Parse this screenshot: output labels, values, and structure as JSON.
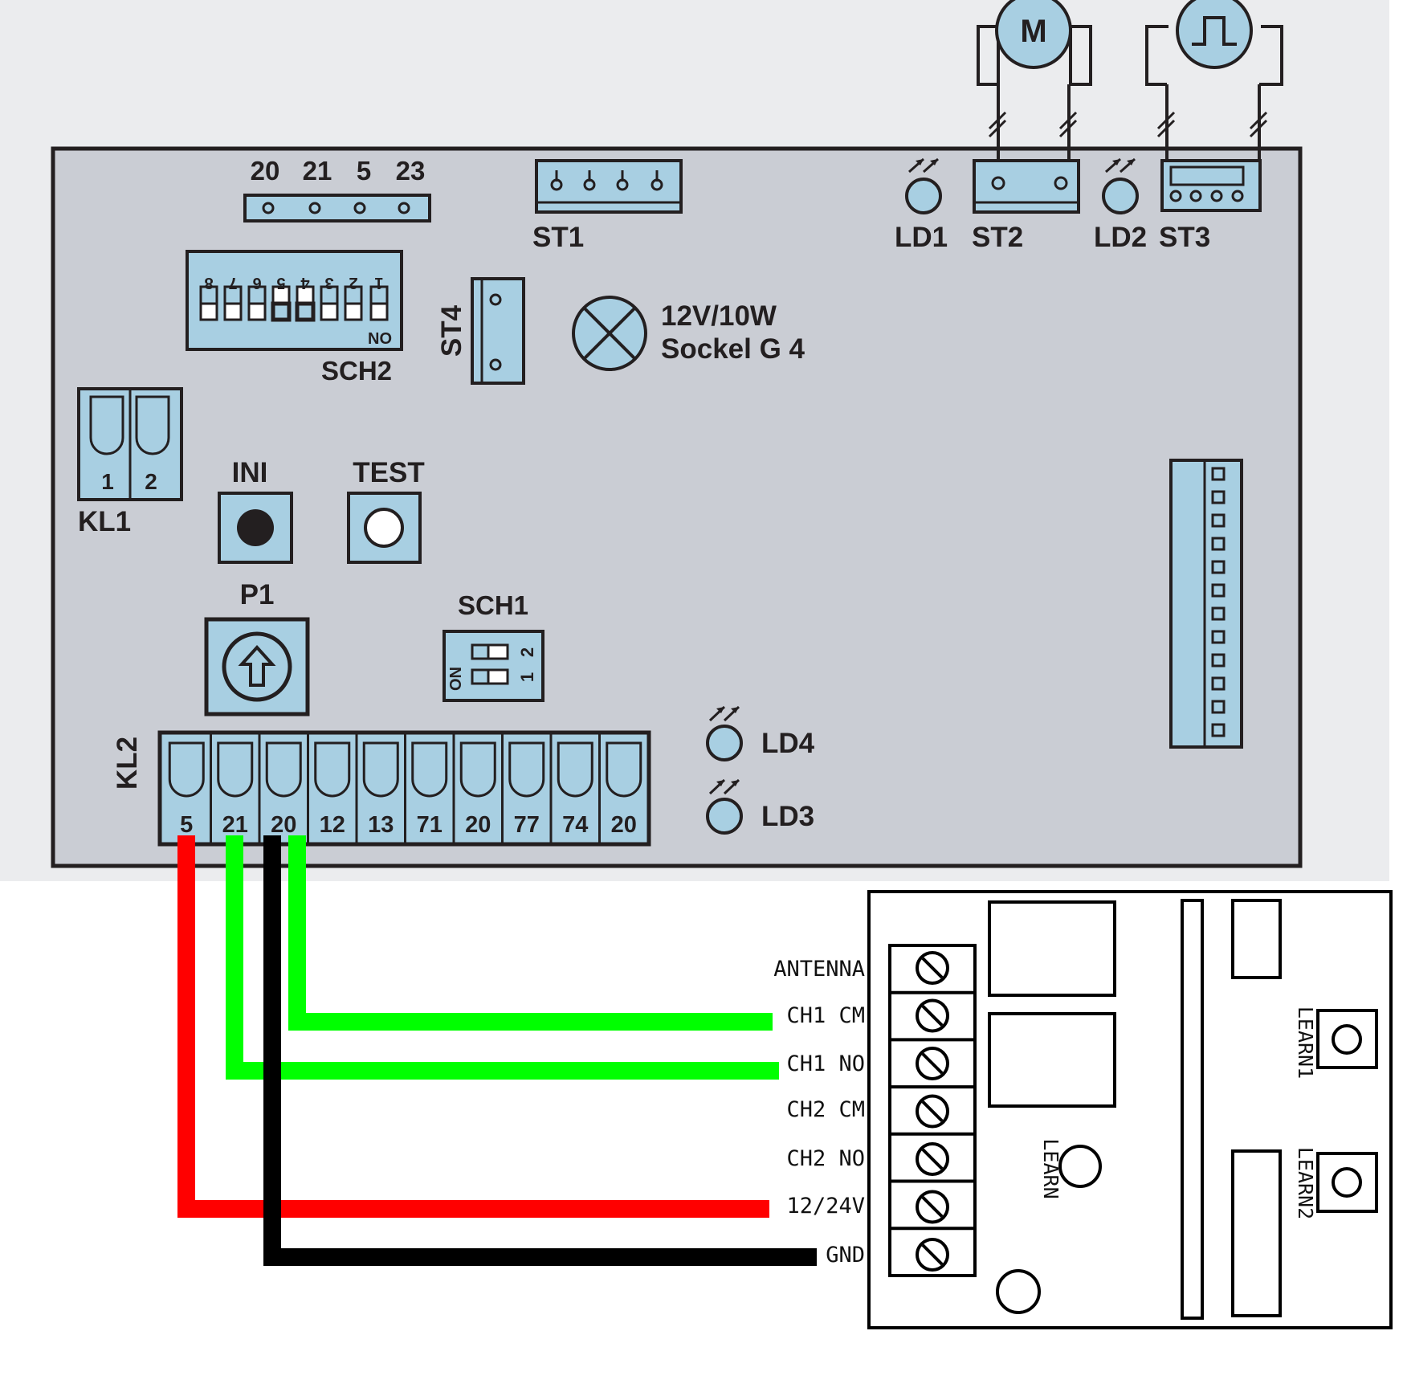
{
  "colors": {
    "background_top": "#ebecee",
    "board_fill": "#cacdd4",
    "component_fill": "#a8cfe2",
    "wire_red": "#ff0000",
    "wire_green": "#00ff00",
    "wire_black": "#000000"
  },
  "board": {
    "terminals_top": [
      "20",
      "21",
      "5",
      "23"
    ],
    "st1_label": "ST1",
    "ld1_label": "LD1",
    "st2_label": "ST2",
    "ld2_label": "LD2",
    "st3_label": "ST3",
    "motor_symbol": "M",
    "sch2": {
      "label": "SCH2",
      "numbers": [
        "8",
        "7",
        "6",
        "5",
        "4",
        "3",
        "2",
        "1"
      ],
      "no_label": "NO"
    },
    "st4_label": "ST4",
    "lamp": {
      "line1": "12V/10W",
      "line2": "Sockel G 4"
    },
    "kl1": {
      "label": "KL1",
      "pins": [
        "1",
        "2"
      ]
    },
    "ini_label": "INI",
    "test_label": "TEST",
    "p1_label": "P1",
    "sch1": {
      "label": "SCH1",
      "on_label": "ON",
      "pins": [
        "2",
        "1"
      ]
    },
    "kl2": {
      "label": "KL2",
      "pins": [
        "5",
        "21",
        "20",
        "12",
        "13",
        "71",
        "20",
        "77",
        "74",
        "20"
      ]
    },
    "ld4_label": "LD4",
    "ld3_label": "LD3"
  },
  "receiver": {
    "terminals": [
      "ANTENNA",
      "CH1 CM",
      "CH1 NO",
      "CH2 CM",
      "CH2 NO",
      "12/24V",
      "GND"
    ],
    "learn_label": "LEARN",
    "learn1_label": "LEARN1",
    "learn2_label": "LEARN2"
  }
}
